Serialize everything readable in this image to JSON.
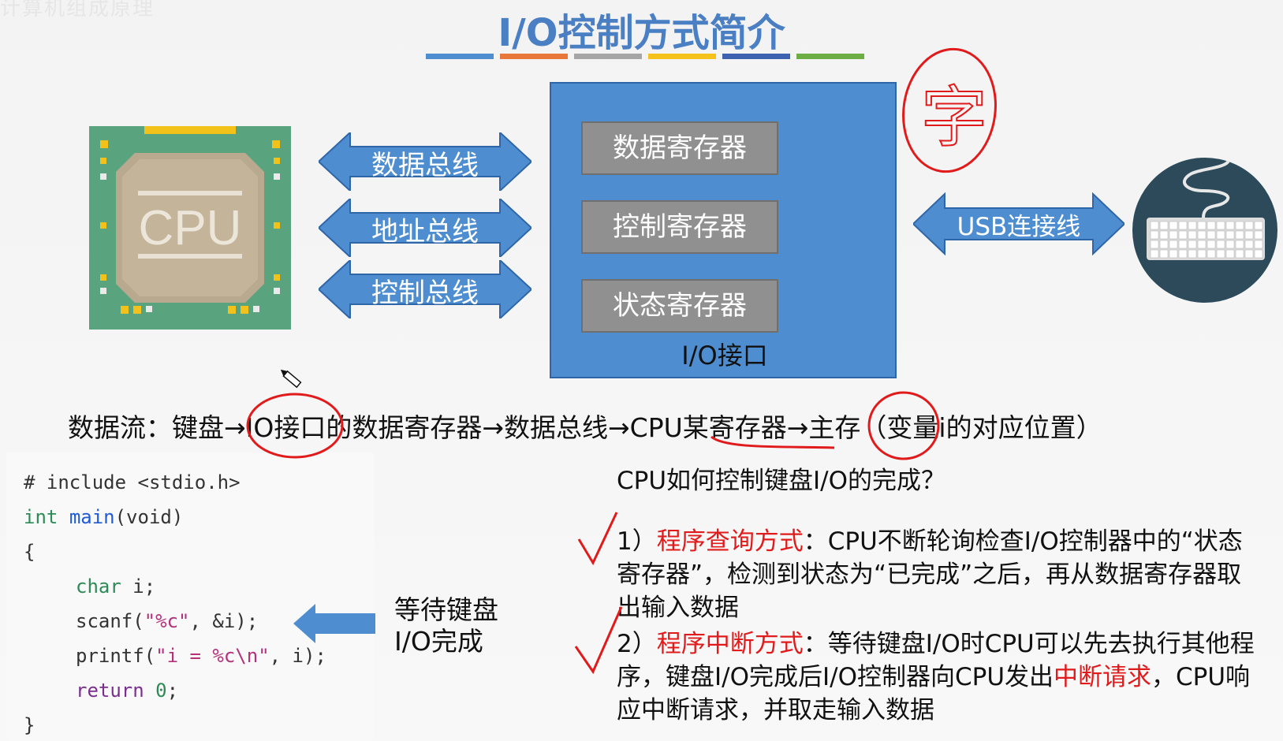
{
  "watermark": "计算机组成原理",
  "title": "I/O控制方式简介",
  "stripe_colors": [
    "#4e8ed0",
    "#e8783a",
    "#a6a6a6",
    "#f4c21a",
    "#3d62b0",
    "#6cae43"
  ],
  "cpu": {
    "label": "CPU"
  },
  "buses": {
    "data": "数据总线",
    "address": "地址总线",
    "control": "控制总线"
  },
  "io_interface": {
    "registers": [
      "数据寄存器",
      "控制寄存器",
      "状态寄存器"
    ],
    "label": "I/O接口"
  },
  "usb_label": "USB连接线",
  "handwriting": {
    "char": "字"
  },
  "flow": {
    "prefix": "数据流：键盘→",
    "io_port": "IO接口",
    "middle": "的数据寄存器→数据总线→CPU某寄存器→",
    "memory": "主存",
    "suffix": "（变量i的对应位置）"
  },
  "code_lines": [
    "# include <stdio.h>",
    "int main(void)",
    "{",
    "char i;",
    "scanf(\"%c\", &i);",
    "printf(\"i = %c\\n\", i);",
    "return 0;",
    "}"
  ],
  "wait_label": {
    "line1": "等待键盘",
    "line2": "I/O完成"
  },
  "question": "CPU如何控制键盘I/O的完成？",
  "method1": {
    "num": "1）",
    "name": "程序查询方式",
    "colon": "：",
    "text": "CPU不断轮询检查I/O控制器中的“状态寄存器”，检测到状态为“已完成”之后，再从数据寄存器取出输入数据"
  },
  "method2": {
    "num": "2）",
    "name": "程序中断方式",
    "colon": "：",
    "text1": "等待键盘I/O时CPU可以先去执行其他程序，键盘I/O完成后I/O控制器向CPU发出",
    "red1": "中断",
    "red2": "请求",
    "text2": "，CPU响应中断请求，并取走输入数据"
  },
  "colors": {
    "accent": "#4e8ed0",
    "red": "#e11b1b",
    "register": "#909090"
  }
}
